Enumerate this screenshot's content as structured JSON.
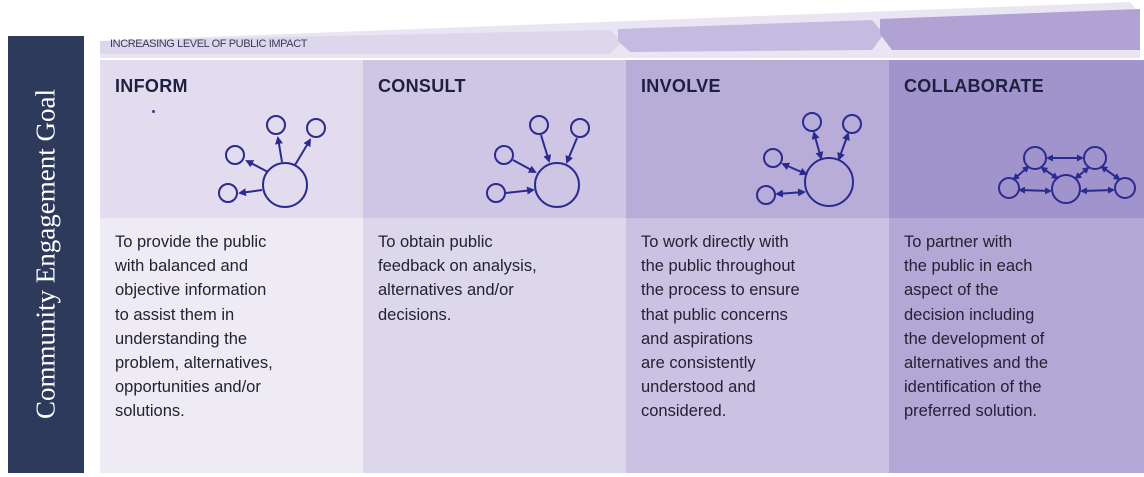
{
  "side_label": "Community Engagement Goal",
  "banner_label": "INCREASING LEVEL OF PUBLIC IMPACT",
  "colors": {
    "side_bg": "#2e3a5c",
    "line": "#2b2b8f",
    "col1_head": "#e2dcee",
    "col1_body": "#eeebf5",
    "col2_head": "#cfc5e4",
    "col2_body": "#ddd7ec",
    "col3_head": "#b8acd8",
    "col3_body": "#cbc2e3",
    "col4_head": "#a193cc",
    "col4_body": "#b3a7d6"
  },
  "columns": [
    {
      "title": "INFORM",
      "icon": "one-way-outward-arrows-icon",
      "lines": [
        "To provide the public",
        "with balanced and",
        "objective information",
        "to assist them in",
        "understanding the",
        "problem, alternatives,",
        "opportunities and/or",
        "solutions."
      ]
    },
    {
      "title": "CONSULT",
      "icon": "one-way-inward-arrows-icon",
      "lines": [
        "To obtain public",
        "feedback on analysis,",
        "alternatives and/or",
        "decisions."
      ]
    },
    {
      "title": "INVOLVE",
      "icon": "two-way-arrows-icon",
      "lines": [
        "To work directly with",
        "the public throughout",
        "the process to ensure",
        "that public concerns",
        "and aspirations",
        "are consistently",
        "understood and",
        "considered."
      ]
    },
    {
      "title": "COLLABORATE",
      "icon": "network-arrows-icon",
      "lines": [
        "To partner with",
        "the public in each",
        "aspect of the",
        "decision including",
        "the development of",
        "alternatives and the",
        "identification of the",
        "preferred solution."
      ]
    }
  ]
}
